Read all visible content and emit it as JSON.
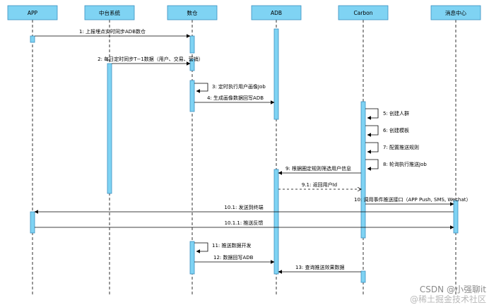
{
  "participants": [
    {
      "id": "app",
      "label": "APP"
    },
    {
      "id": "mid",
      "label": "中台系统"
    },
    {
      "id": "dw",
      "label": "数仓"
    },
    {
      "id": "adb",
      "label": "ADB"
    },
    {
      "id": "carbon",
      "label": "Carbon"
    },
    {
      "id": "msg",
      "label": "消息中心"
    }
  ],
  "messages": [
    {
      "label": "1: 上报埋点实时同步ADB数仓",
      "from": "app",
      "to": "dw",
      "style": "solid"
    },
    {
      "label": "2: 每日定时同步T−1数据（用户、交易、营销）",
      "from": "mid",
      "to": "dw",
      "style": "solid"
    },
    {
      "label": "3: 定时执行用户画像Job",
      "from": "dw",
      "to": "dw",
      "style": "self"
    },
    {
      "label": "4: 生成画像数据回写ADB",
      "from": "dw",
      "to": "adb",
      "style": "solid"
    },
    {
      "label": "5: 创建人群",
      "from": "carbon",
      "to": "carbon",
      "style": "self"
    },
    {
      "label": "6: 创建模板",
      "from": "carbon",
      "to": "carbon",
      "style": "self"
    },
    {
      "label": "7: 配置推送规则",
      "from": "carbon",
      "to": "carbon",
      "style": "self"
    },
    {
      "label": "8: 轮询执行推送Job",
      "from": "carbon",
      "to": "carbon",
      "style": "self"
    },
    {
      "label": "9: 根据圈定规则筛选用户信息",
      "from": "carbon",
      "to": "adb",
      "style": "solid"
    },
    {
      "label": "9.1: 返回用户Id",
      "from": "adb",
      "to": "carbon",
      "style": "dashed"
    },
    {
      "label": "10: 调用事件推送接口（APP Push, SMS, Wechat）",
      "from": "carbon",
      "to": "msg",
      "style": "solid"
    },
    {
      "label": "10.1: 发送到终端",
      "from": "msg",
      "to": "app",
      "style": "solid"
    },
    {
      "label": "10.1.1: 推送反馈",
      "from": "app",
      "to": "msg",
      "style": "solid"
    },
    {
      "label": "11: 推送数据开发",
      "from": "dw",
      "to": "dw",
      "style": "self"
    },
    {
      "label": "12: 数据回写ADB",
      "from": "dw",
      "to": "adb",
      "style": "solid"
    },
    {
      "label": "13: 查询推送效果数据",
      "from": "carbon",
      "to": "adb",
      "style": "solid"
    }
  ],
  "watermark": "CSDN @小强聊it",
  "watermark_sub": "@稀土掘金技术社区",
  "colors": {
    "box_fill": "#7fd3f3",
    "box_stroke": "#3a8fc0",
    "line": "#000000"
  }
}
